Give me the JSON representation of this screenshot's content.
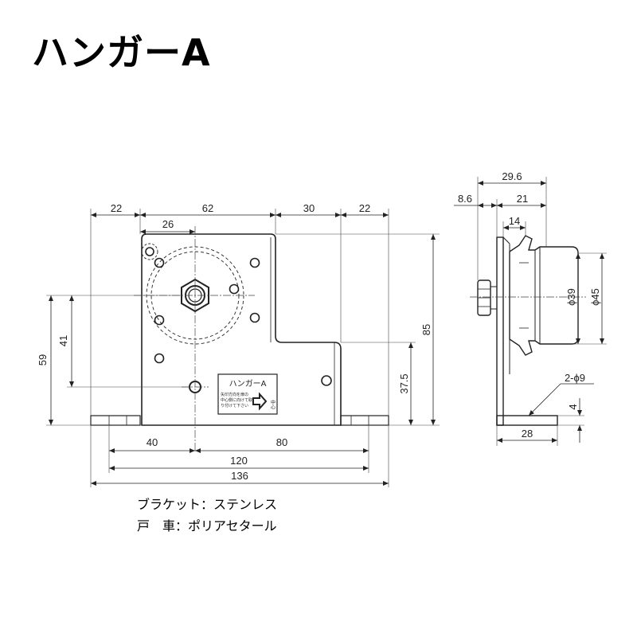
{
  "title": "ハンガーA",
  "front_view": {
    "dimensions": {
      "top_22_left": "22",
      "top_62": "62",
      "top_30": "30",
      "top_22_right": "22",
      "d_26": "26",
      "left_59": "59",
      "left_41": "41",
      "right_85": "85",
      "right_37_5": "37.5",
      "bottom_40": "40",
      "bottom_80": "80",
      "bottom_120": "120",
      "bottom_136": "136"
    },
    "label_plate": {
      "title": "ハンガーA",
      "line1": "矢印方向を扉の",
      "line2": "中心側に向けて取",
      "line3": "り付けて下さい",
      "side": "中心"
    }
  },
  "side_view": {
    "dimensions": {
      "d_29_6": "29.6",
      "d_8_6": "8.6",
      "d_21": "21",
      "d_14": "14",
      "phi_39": "ϕ39",
      "phi_45": "ϕ45",
      "holes": "2-ϕ9",
      "d_4": "4",
      "d_28": "28"
    }
  },
  "notes": {
    "bracket": "ブラケット：ステンレス",
    "wheel": "戸　車：ポリアセタール"
  }
}
